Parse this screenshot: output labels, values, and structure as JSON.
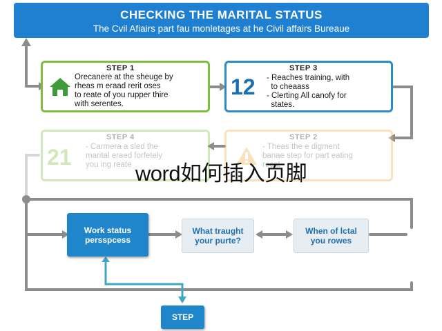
{
  "title": {
    "main": "CHECKING THE MARITAL STATUS",
    "sub": "The Cvil Afiairs part fau monletages at he Civil affairs Bureaue"
  },
  "steps": [
    {
      "label": "STEP 1",
      "text": "Orecanere at the sheuge by\nrheas m eraad rerit oses\nto reate of you rupper thire\nwith serentes.",
      "icon": "house-icon",
      "accent": "#7fbe3c"
    },
    {
      "label": "STEP 3",
      "number": "12",
      "text": "- Reaches training, with\n  to cheaass\n- Clerting All canofy for\n  states.",
      "accent": "#2b8bc9"
    },
    {
      "label": "STEP 4",
      "number": "21",
      "text": "- Carmera a sled the\nmarital eraed forfetely\nyou ing reate",
      "accent": "#7fbe3c"
    },
    {
      "label": "STEP 2",
      "text": "- Theas the e digment\nbanae step for part eating\nrecat",
      "icon": "warning-icon",
      "accent": "#f0b24a"
    }
  ],
  "flow": {
    "work_status": "Work status\npersspcess",
    "what_taught": "What traught\nyour purte?",
    "when_of": "When of lctal\nyou rowes",
    "step": "STEP"
  },
  "watermark": "word如何插入页脚",
  "colors": {
    "primary": "#1f7fd0",
    "green": "#7fbe3c",
    "orange": "#f0b24a",
    "connector": "#8c8c8c"
  }
}
